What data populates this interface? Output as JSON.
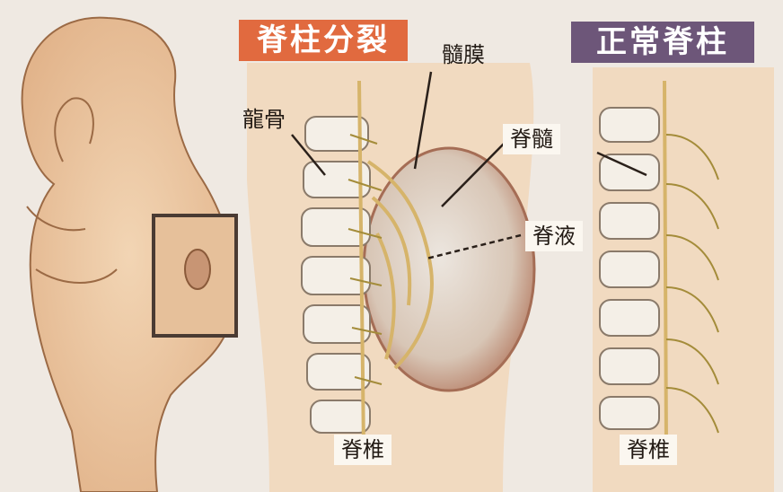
{
  "titles": {
    "spina_bifida": "脊柱分裂",
    "normal_spine": "正常脊柱"
  },
  "labels": {
    "meninges": "髓膜",
    "vertebra_bone": "龍骨",
    "spinal_cord": "脊髓",
    "spinal_fluid": "脊液",
    "spine_left": "脊椎",
    "spine_right": "脊椎"
  },
  "colors": {
    "title_left_bg": "#e16a3f",
    "title_right_bg": "#6d5679",
    "skin": "#e9c7a3",
    "outline": "#8a5a3a"
  }
}
